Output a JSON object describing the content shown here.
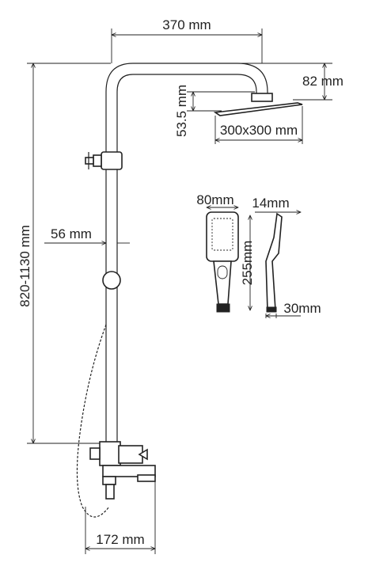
{
  "dimensions": {
    "arm_reach": "370 mm",
    "head_thickness": "82 mm",
    "arm_drop": "53.5 mm",
    "head_size": "300x300 mm",
    "rail_height": "820-1130 mm",
    "wall_offset": "56 mm",
    "mixer_depth": "172 mm"
  },
  "hand_shower": {
    "width": "80mm",
    "depth": "14mm",
    "length": "255mm",
    "handle_depth": "30mm"
  },
  "colors": {
    "line": "#222222",
    "background": "#ffffff"
  }
}
